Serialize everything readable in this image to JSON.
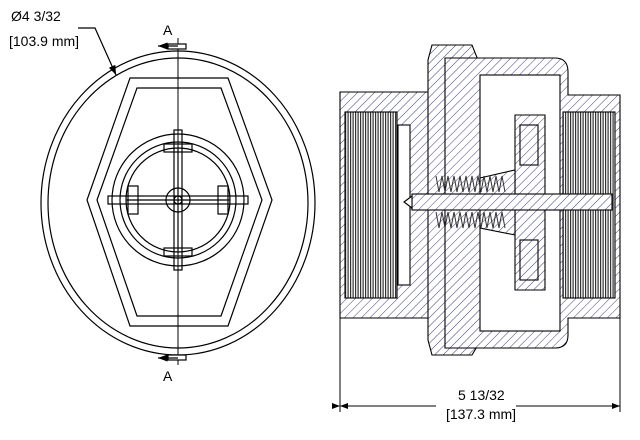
{
  "front_view": {
    "diameter_label": "Ø4 3/32",
    "diameter_metric": "[103.9 mm]",
    "section_marker_top": "A",
    "section_marker_bottom": "A"
  },
  "section_view": {
    "length_label": "5 13/32",
    "length_metric": "[137.3 mm]"
  },
  "colors": {
    "line": "#000000",
    "hatch": "#2a2a6a",
    "thread": "#333333"
  }
}
